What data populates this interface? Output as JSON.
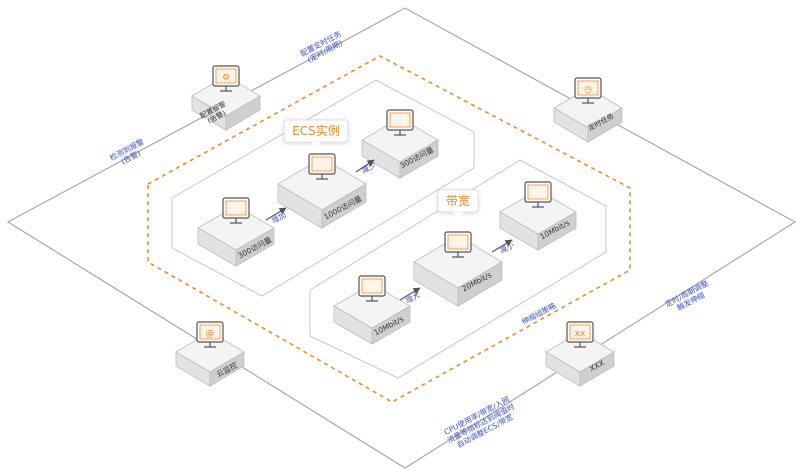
{
  "colors": {
    "accent": "#f08a24",
    "link_text": "#3a4fd0",
    "box_top": "#f4f4f4",
    "box_left": "#e2e2e2",
    "box_right": "#cfcfcf",
    "line": "#888888",
    "panel": "#ffffff"
  },
  "callouts": {
    "ecs": "ECS实例",
    "bandwidth": "带宽"
  },
  "nodes": {
    "alert_rule": "配置报警\n(告警)",
    "cloud_monitor": "云监控",
    "scheduled_task": "定时任务",
    "custom_metric": "XXX",
    "ecs_small_left": "300访问量",
    "ecs_large": "1000访问量",
    "ecs_small_right": "300访问量",
    "bw_small_left": "10Mbit/s",
    "bw_large": "20Mbit/s",
    "bw_small_right": "10Mbit/s"
  },
  "edges": {
    "top_left": "检测到报警\n(告警)",
    "top_right": "配置定时任务\n(定时/周期)",
    "right": "定时/周期调整\n触发伸缩",
    "bottom_right": "伸缩组策略",
    "bottom": "CPU使用率/带宽/入网\n流量等指标达到阈值时\n自动调整ECS/带宽",
    "ecs_up": "增加",
    "ecs_down": "减少",
    "bw_up": "增大",
    "bw_down": "减小"
  },
  "icons": {
    "alert_rule": "gear-icon",
    "cloud_monitor": "monitor-icon",
    "scheduled_task": "clock-icon",
    "custom_metric": "xxx-icon",
    "ecs": "server-icon",
    "bandwidth": "signal-icon"
  }
}
